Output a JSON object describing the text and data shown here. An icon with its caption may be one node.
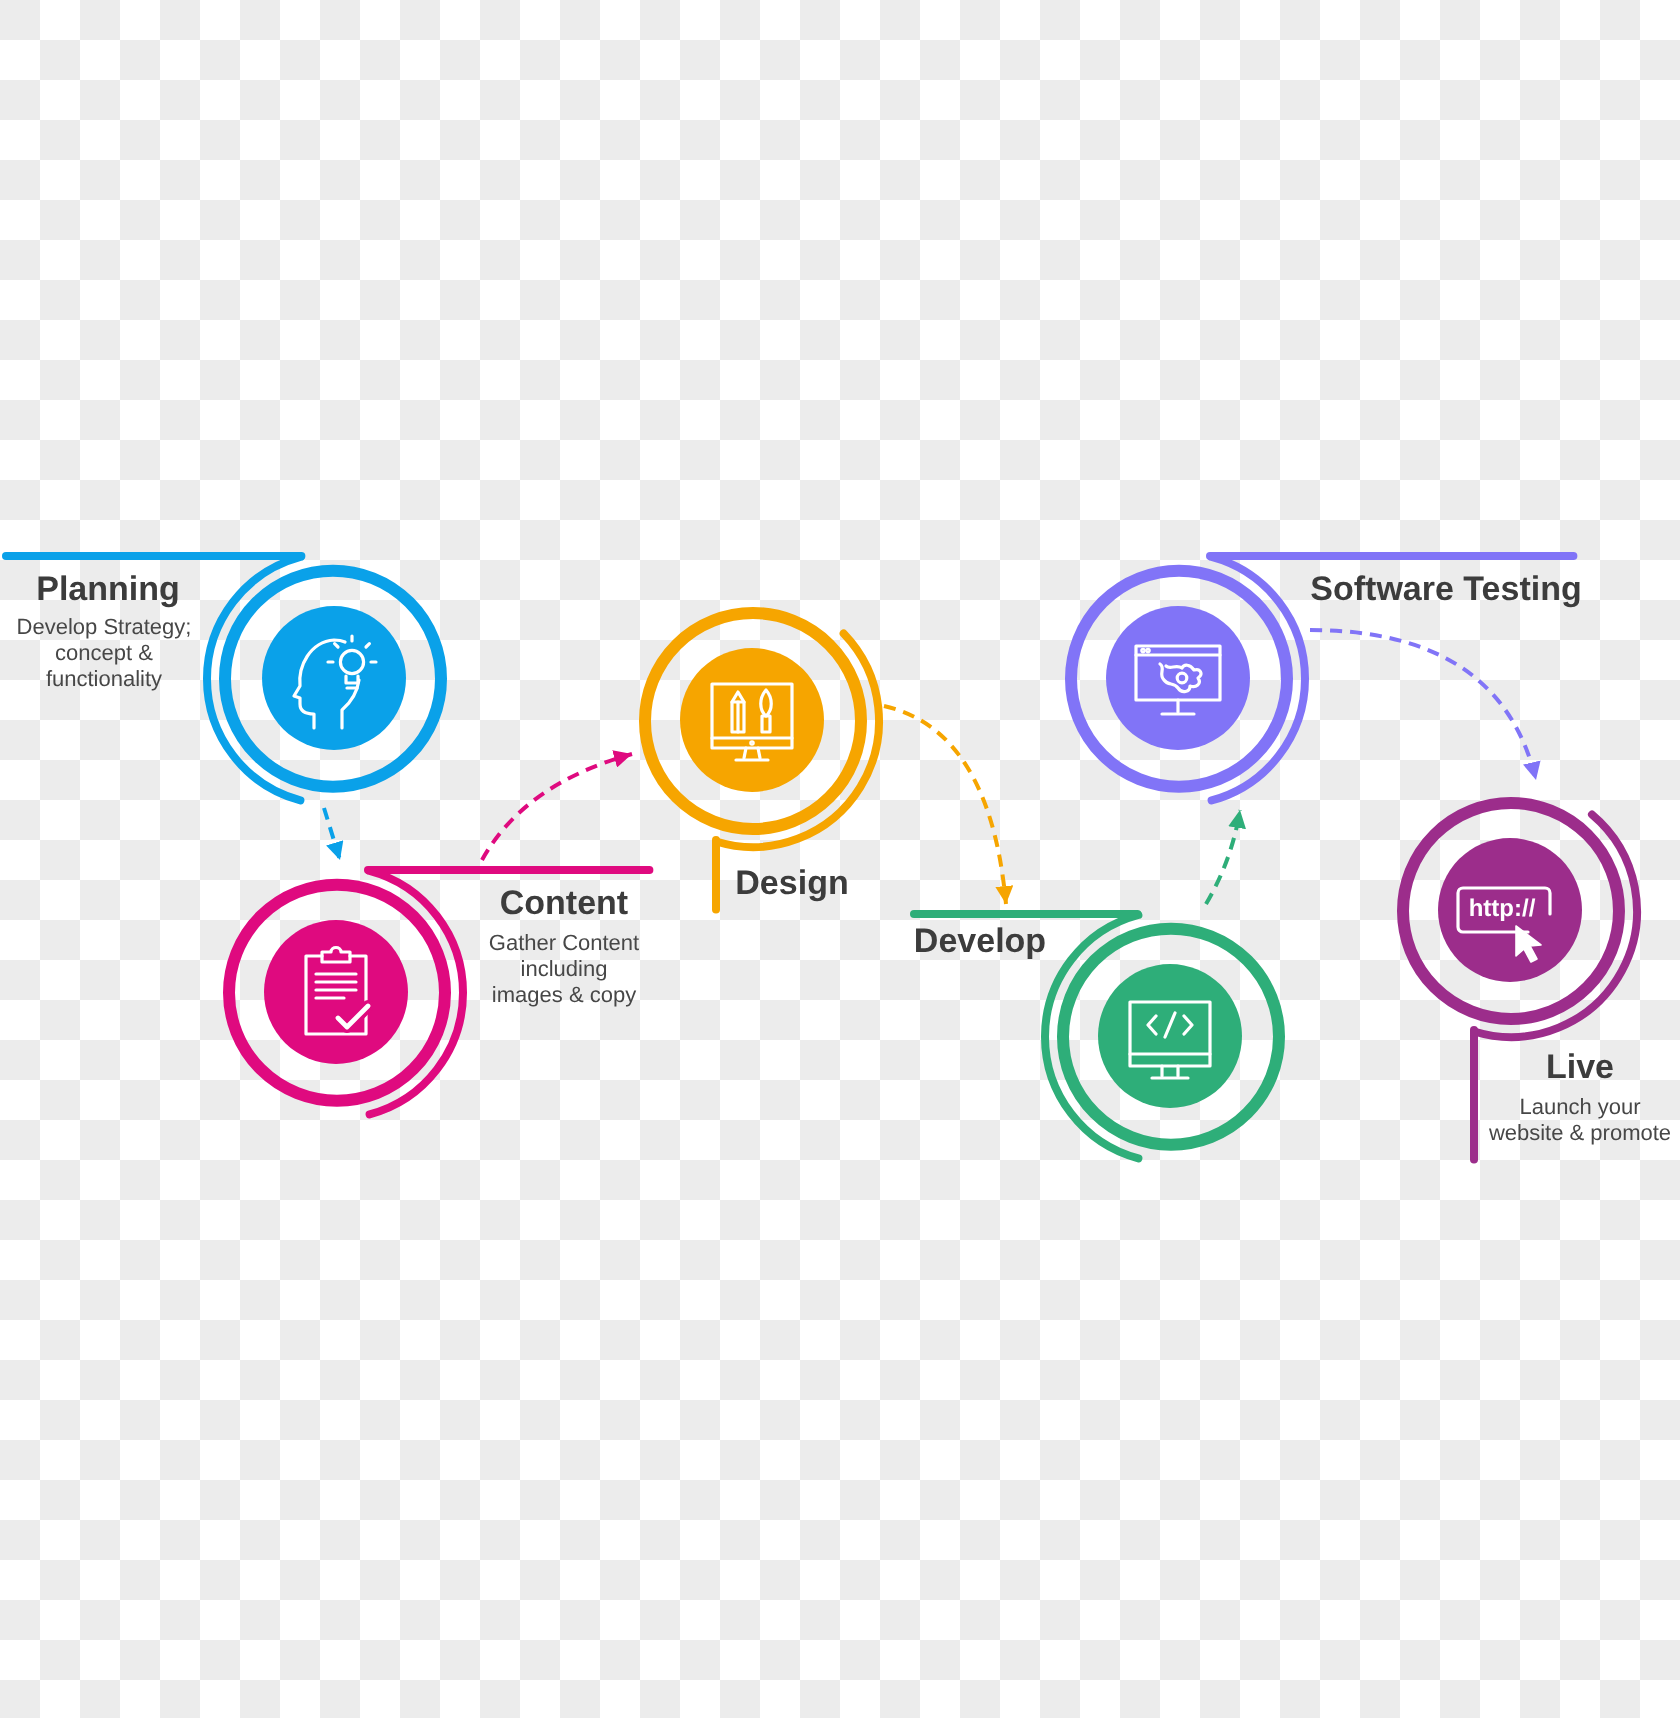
{
  "diagram": {
    "nodes": [
      {
        "text": [
          "Planning",
          "Develop Strategy; concept & functionality"
        ]
      },
      {
        "text": [
          "Content",
          "Gather Content including images & copy"
        ]
      },
      {
        "text": [
          "Design"
        ]
      },
      {
        "text": [
          "Develop"
        ]
      },
      {
        "text": [
          "Software Testing"
        ]
      },
      {
        "text": [
          "http://",
          "Live",
          "Launch your website & promote"
        ]
      }
    ],
    "edges": [
      {
        "from": 0,
        "to": 1,
        "arrow": "to",
        "style": "dashed",
        "color": "#0aa1e9"
      },
      {
        "from": 1,
        "to": 2,
        "arrow": "to",
        "style": "dashed",
        "color": "#df0a7f"
      },
      {
        "from": 2,
        "to": 3,
        "arrow": "to",
        "style": "dashed",
        "color": "#f6a500"
      },
      {
        "from": 3,
        "to": 4,
        "arrow": "to",
        "style": "dashed",
        "color": "#2eae79"
      },
      {
        "from": 4,
        "to": 5,
        "arrow": "to",
        "style": "dashed",
        "color": "#8174f7"
      }
    ]
  }
}
